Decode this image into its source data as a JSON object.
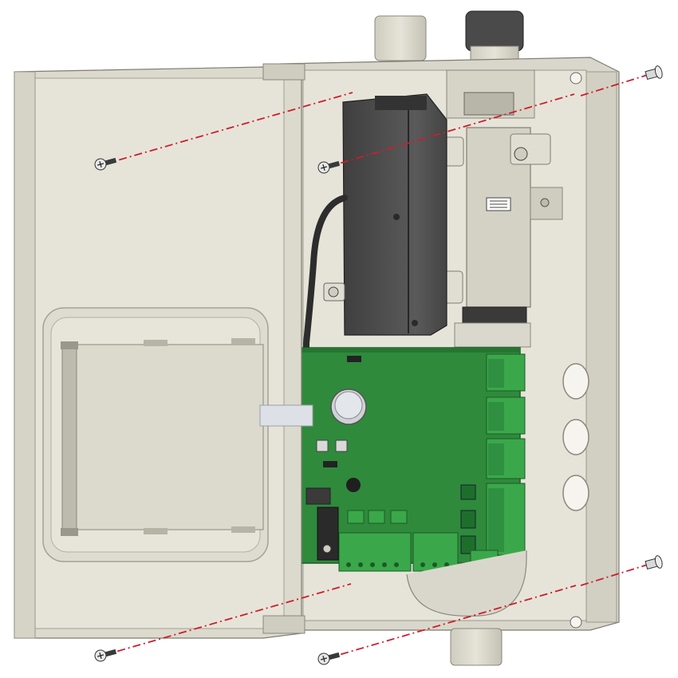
{
  "figure": {
    "view": "exploded-assembly",
    "text": []
  },
  "components": {
    "enclosure": {
      "name": "enclosure-base",
      "color": "#e1dfd3"
    },
    "door": {
      "name": "hinged-front-cover",
      "color": "#e3e1d6"
    },
    "cable_glands": {
      "top_count": 2,
      "bottom_count": 1,
      "side_knockouts": 3
    },
    "power_supply": {
      "color": "#4f4f4f"
    },
    "pcb": {
      "color": "#2f8a3c",
      "terminal_color": "#3aa84a",
      "terminal_blocks_right": 4,
      "terminal_blocks_bottom": 3
    },
    "screws": {
      "count": 6,
      "path_color": "#d01c2c"
    }
  }
}
